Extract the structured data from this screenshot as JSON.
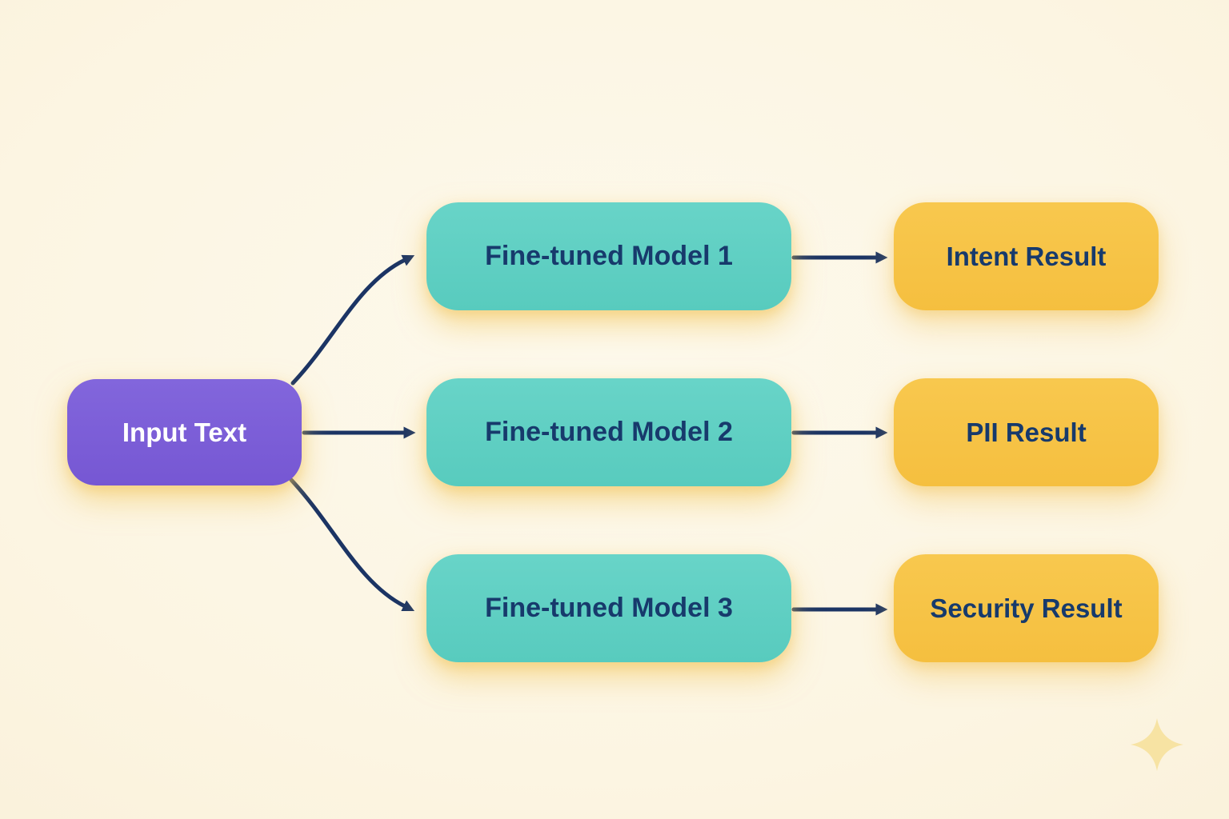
{
  "diagram": {
    "type": "flowchart",
    "description": "Fan-out pipeline: one input feeds three fine-tuned models, each producing a separate result",
    "nodes": {
      "input": {
        "label": "Input Text"
      },
      "models": [
        {
          "label": "Fine-tuned Model 1"
        },
        {
          "label": "Fine-tuned Model 2"
        },
        {
          "label": "Fine-tuned Model 3"
        }
      ],
      "results": [
        {
          "label": "Intent Result"
        },
        {
          "label": "PII Result"
        },
        {
          "label": "Security Result"
        }
      ]
    },
    "edges": [
      {
        "from": "Input Text",
        "to": "Fine-tuned Model 1"
      },
      {
        "from": "Input Text",
        "to": "Fine-tuned Model 2"
      },
      {
        "from": "Input Text",
        "to": "Fine-tuned Model 3"
      },
      {
        "from": "Fine-tuned Model 1",
        "to": "Intent Result"
      },
      {
        "from": "Fine-tuned Model 2",
        "to": "PII Result"
      },
      {
        "from": "Fine-tuned Model 3",
        "to": "Security Result"
      }
    ],
    "colors": {
      "background": "#fcf5e2",
      "input_fill": "#7c5dd6",
      "model_fill": "#5fcfc2",
      "result_fill": "#f7c447",
      "text_on_input": "#ffffff",
      "text_on_nodes": "#173a6c",
      "arrow": "#1b3464",
      "sparkle": "#f7e3a3"
    },
    "decorations": [
      {
        "name": "sparkle-icon",
        "position": "bottom-right"
      }
    ]
  }
}
